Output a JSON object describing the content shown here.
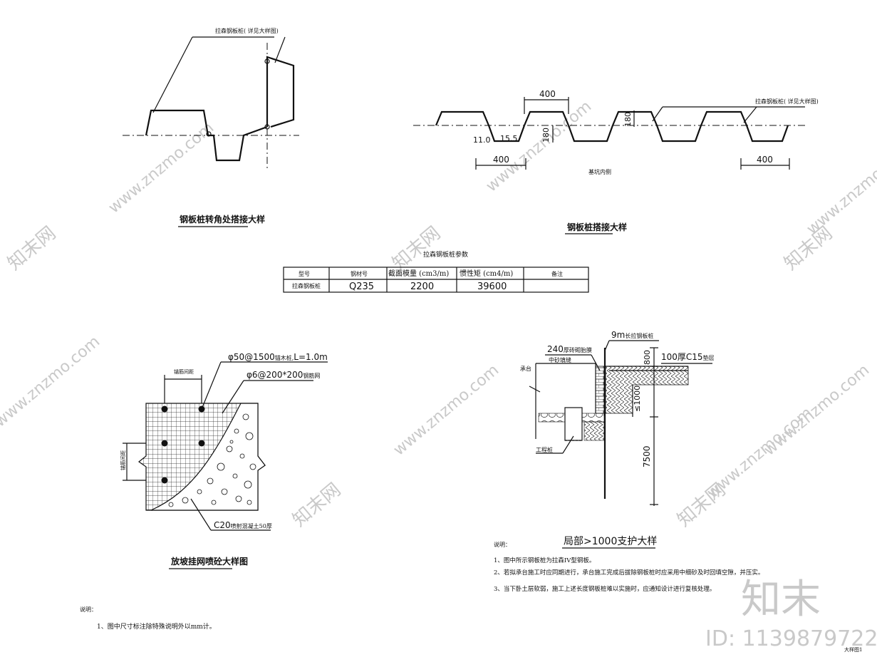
{
  "watermark": {
    "site": "www.znzmo.com",
    "brand": "知末网",
    "logo_text": "知末",
    "id_text": "ID: 1139879722"
  },
  "corner_detail": {
    "title": "钢板桩转角处搭接大样",
    "callout": "拉森钢板桩( 详见大样图)"
  },
  "lap_detail": {
    "title": "钢板桩搭接大样",
    "callout": "拉森钢板桩( 详见大样图)",
    "pit_side": "基坑内侧",
    "dims": {
      "w1": "400",
      "w2": "400",
      "w3": "400",
      "h1": "180",
      "h2": "180",
      "t1": "11.0",
      "t2": "15.5"
    }
  },
  "param_table": {
    "title": "拉森钢板桩参数",
    "headers": [
      "型号",
      "钢材号",
      "截面模量 (cm3/m)",
      "惯性矩 (cm4/m)",
      "备注"
    ],
    "rows": [
      [
        "拉森钢板桩",
        "Q235",
        "2200",
        "39600",
        ""
      ]
    ]
  },
  "slope_detail": {
    "title": "放坡挂网喷砼大样图",
    "anchor": "φ50@1500",
    "anchor_note": "锚木桩,",
    "anchor_len": "L=1.0m",
    "mesh": "φ6@200*200",
    "mesh_note": "钢筋网",
    "spacing_h": "锚筋间距",
    "spacing_v": "锚筋间距",
    "concrete": "C20",
    "concrete_note": "喷射混凝土50厚"
  },
  "support_detail": {
    "title": "局部>1000支护大样",
    "pile": "9m",
    "pile_note": "长拉钢板桩",
    "brick": "240",
    "brick_note": "厚砖砌胎膜",
    "sand": "中砂填缝",
    "cap": "承台",
    "cushion": "100厚C15",
    "cushion_note": "垫层",
    "pile_label": "工程桩",
    "d800": "800",
    "d1000": "≤1000",
    "d7500": "7500"
  },
  "notes_right": {
    "heading": "说明：",
    "items": [
      "1、图中所示钢板桩为拉森IV型钢板。",
      "2、若拟承台施工时应同期进行，承台施工完成后拔除钢板桩时应采用中细砂及时回填空隙，并压实。",
      "3、当下卧土层软弱，施工上述长度钢板桩难以实施时，应通知设计进行复核处理。"
    ]
  },
  "notes_left": {
    "heading": "说明：",
    "items": [
      "1、图中尺寸标注除特殊说明外以mm计。"
    ]
  },
  "sheet_tag": "大样图1"
}
